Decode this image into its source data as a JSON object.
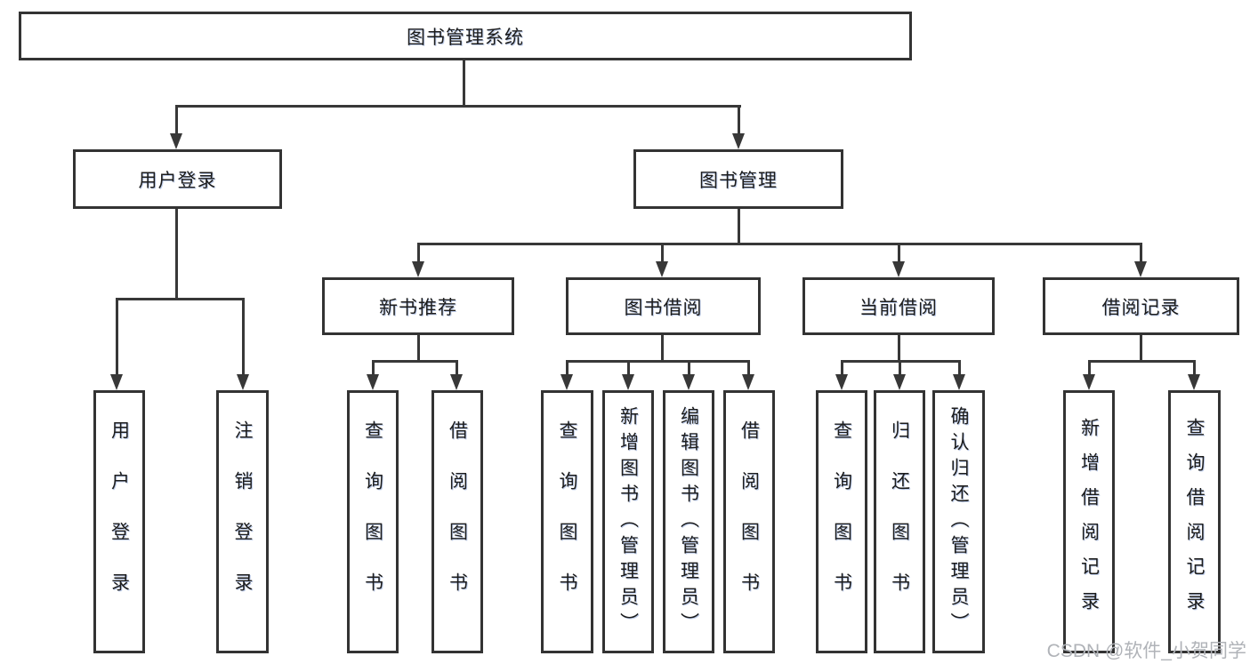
{
  "diagram": {
    "root": {
      "label": "图书管理系统"
    },
    "level2": [
      {
        "label": "用户登录"
      },
      {
        "label": "图书管理"
      }
    ],
    "level3": [
      {
        "label": "新书推荐"
      },
      {
        "label": "图书借阅"
      },
      {
        "label": "当前借阅"
      },
      {
        "label": "借阅记录"
      }
    ],
    "leaves": {
      "user": [
        {
          "label": "用户登录"
        },
        {
          "label": "注销登录"
        }
      ],
      "recommend": [
        {
          "label": "查询图书"
        },
        {
          "label": "借阅图书"
        }
      ],
      "borrow": [
        {
          "label": "查询图书"
        },
        {
          "label": "新增图书（管理员）"
        },
        {
          "label": "编辑图书（管理员）"
        },
        {
          "label": "借阅图书"
        }
      ],
      "current": [
        {
          "label": "查询图书"
        },
        {
          "label": "归还图书"
        },
        {
          "label": "确认归还（管理员）"
        }
      ],
      "records": [
        {
          "label": "新增借阅记录"
        },
        {
          "label": "查询借阅记录"
        }
      ]
    }
  },
  "watermark": "CSDN @软件_小贺同学",
  "colors": {
    "line": "#383838",
    "border": "#333333",
    "text": "#1c1c1c",
    "watermark": "#b0b3b8",
    "background": "#ffffff"
  }
}
